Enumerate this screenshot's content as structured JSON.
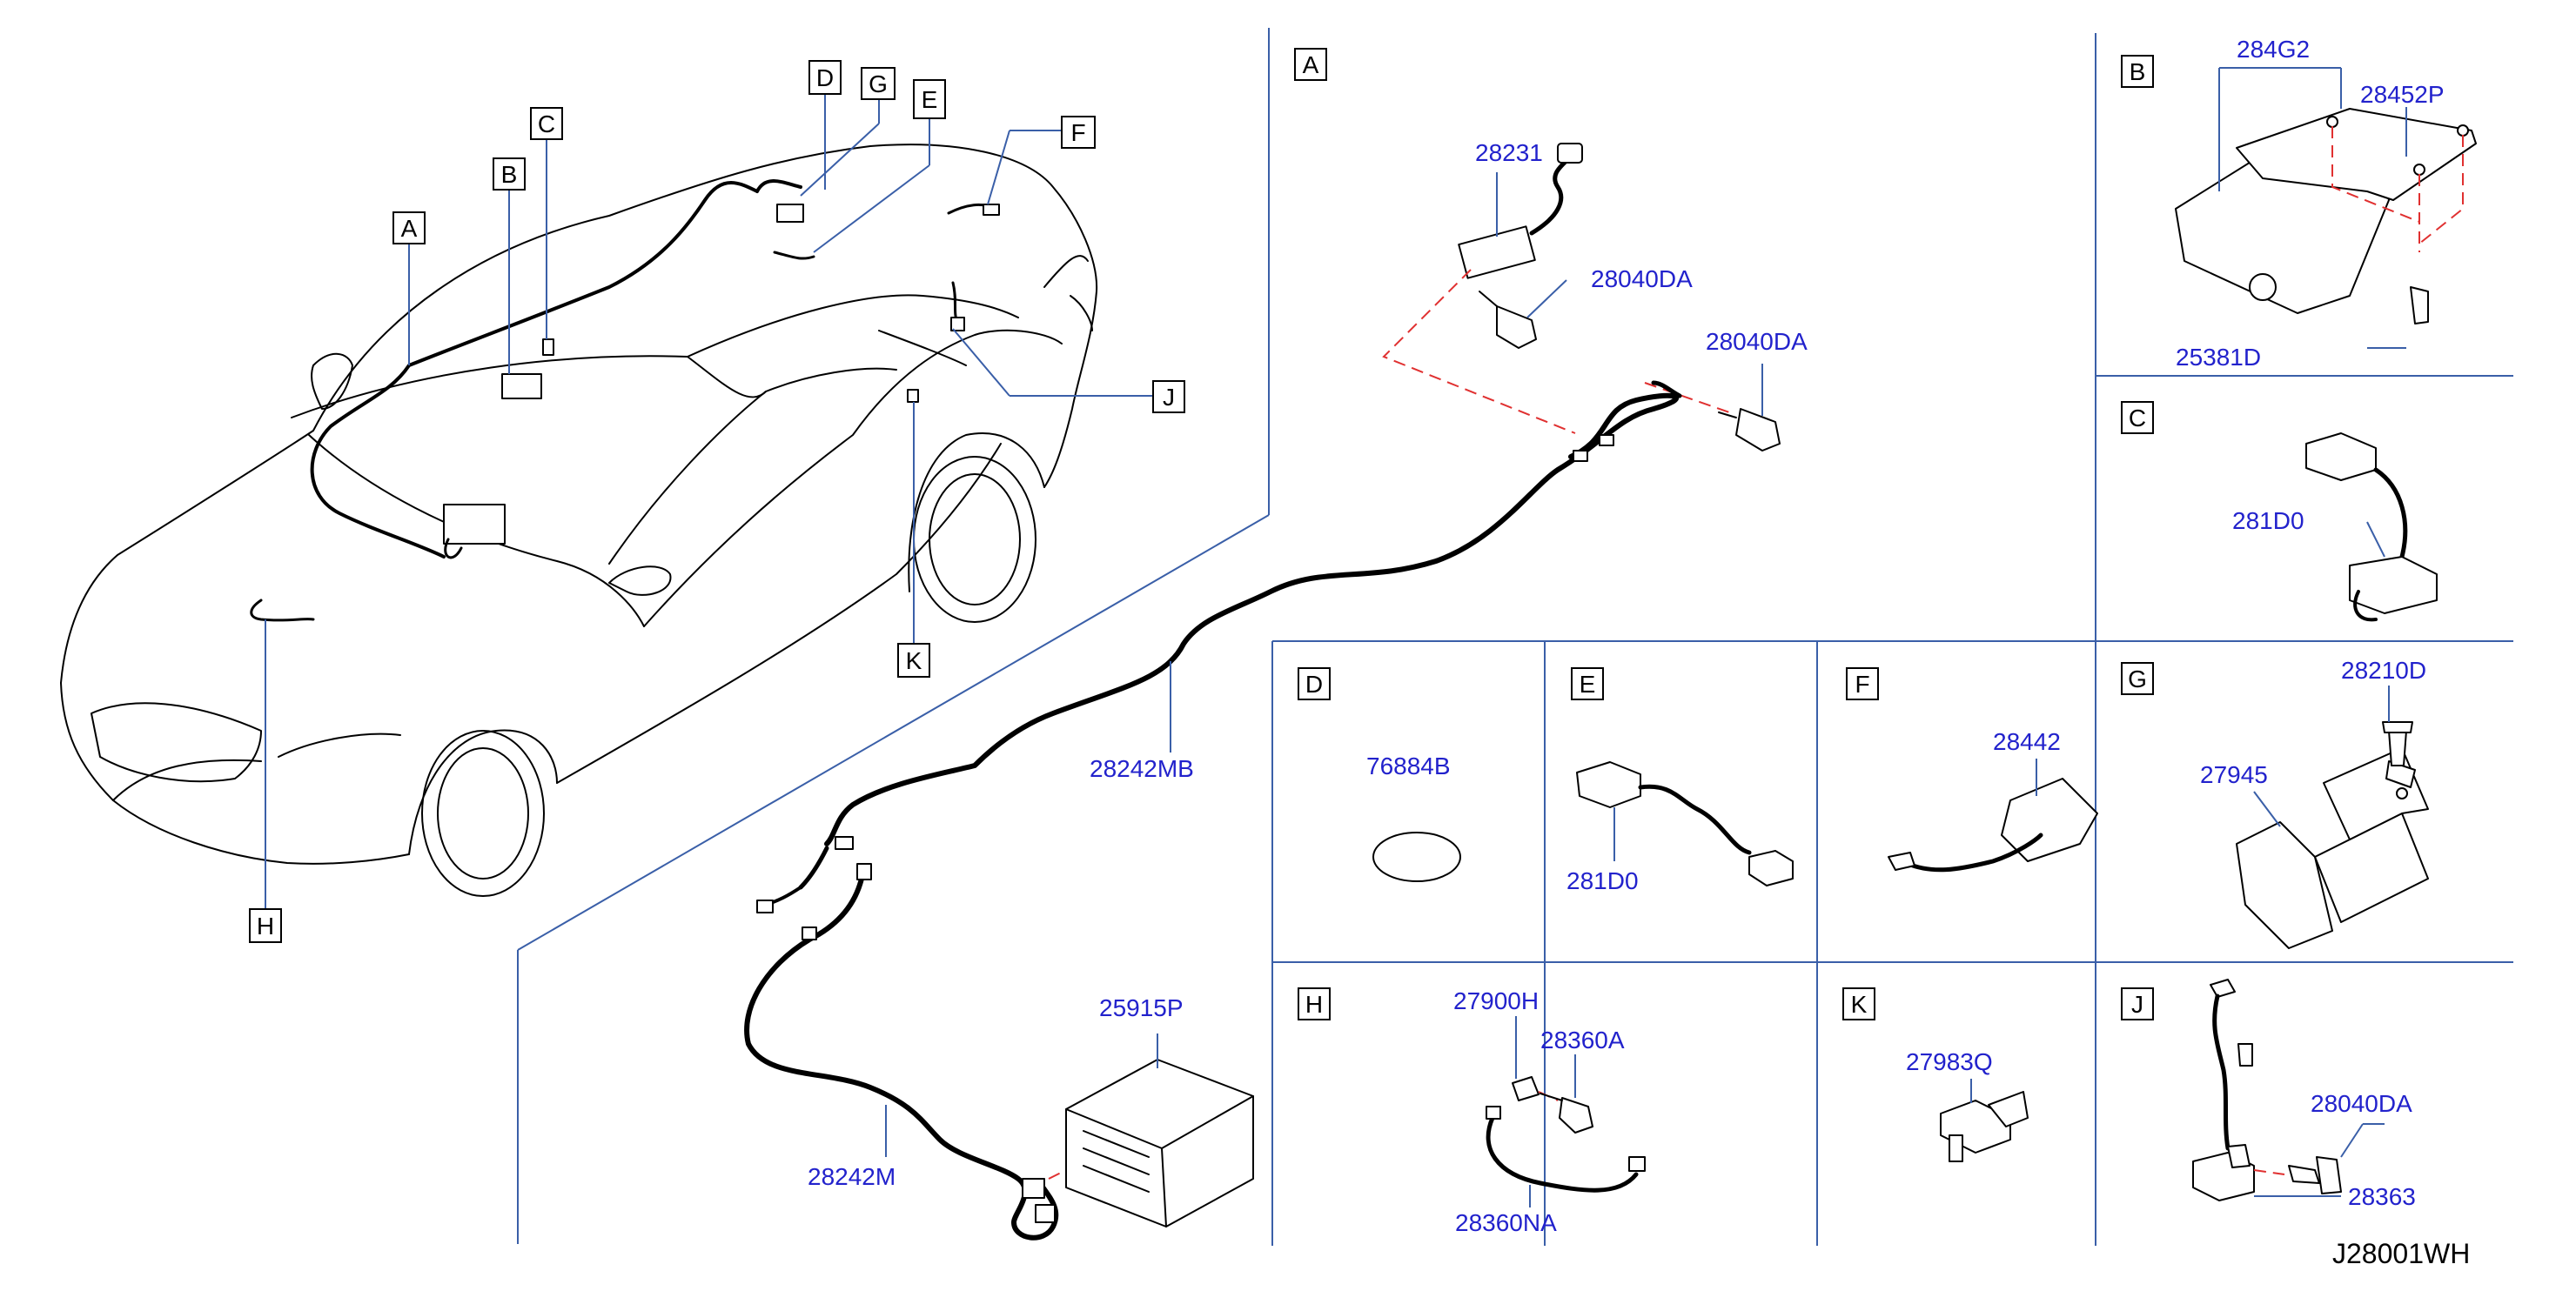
{
  "diagram_code": "J28001WH",
  "colors": {
    "part_label": "#2222cc",
    "divider": "#3a5fa8",
    "dashed_link": "#e03030",
    "line": "#000000"
  },
  "callouts": {
    "A": "A",
    "B": "B",
    "C": "C",
    "D": "D",
    "E": "E",
    "F": "F",
    "G": "G",
    "H": "H",
    "J": "J",
    "K": "K"
  },
  "parts": {
    "p28231": "28231",
    "p28040DA_1": "28040DA",
    "p28040DA_2": "28040DA",
    "p28242MB": "28242MB",
    "p28242M": "28242M",
    "p25915P": "25915P",
    "p284G2": "284G2",
    "p28452P": "28452P",
    "p25381D": "25381D",
    "p281D0_C": "281D0",
    "p76884B": "76884B",
    "p281D0_E": "281D0",
    "p28442": "28442",
    "p28210D": "28210D",
    "p27945": "27945",
    "p27900H": "27900H",
    "p28360A": "28360A",
    "p28360NA": "28360NA",
    "p27983Q": "27983Q",
    "p28040DA_J": "28040DA",
    "p28363": "28363"
  }
}
